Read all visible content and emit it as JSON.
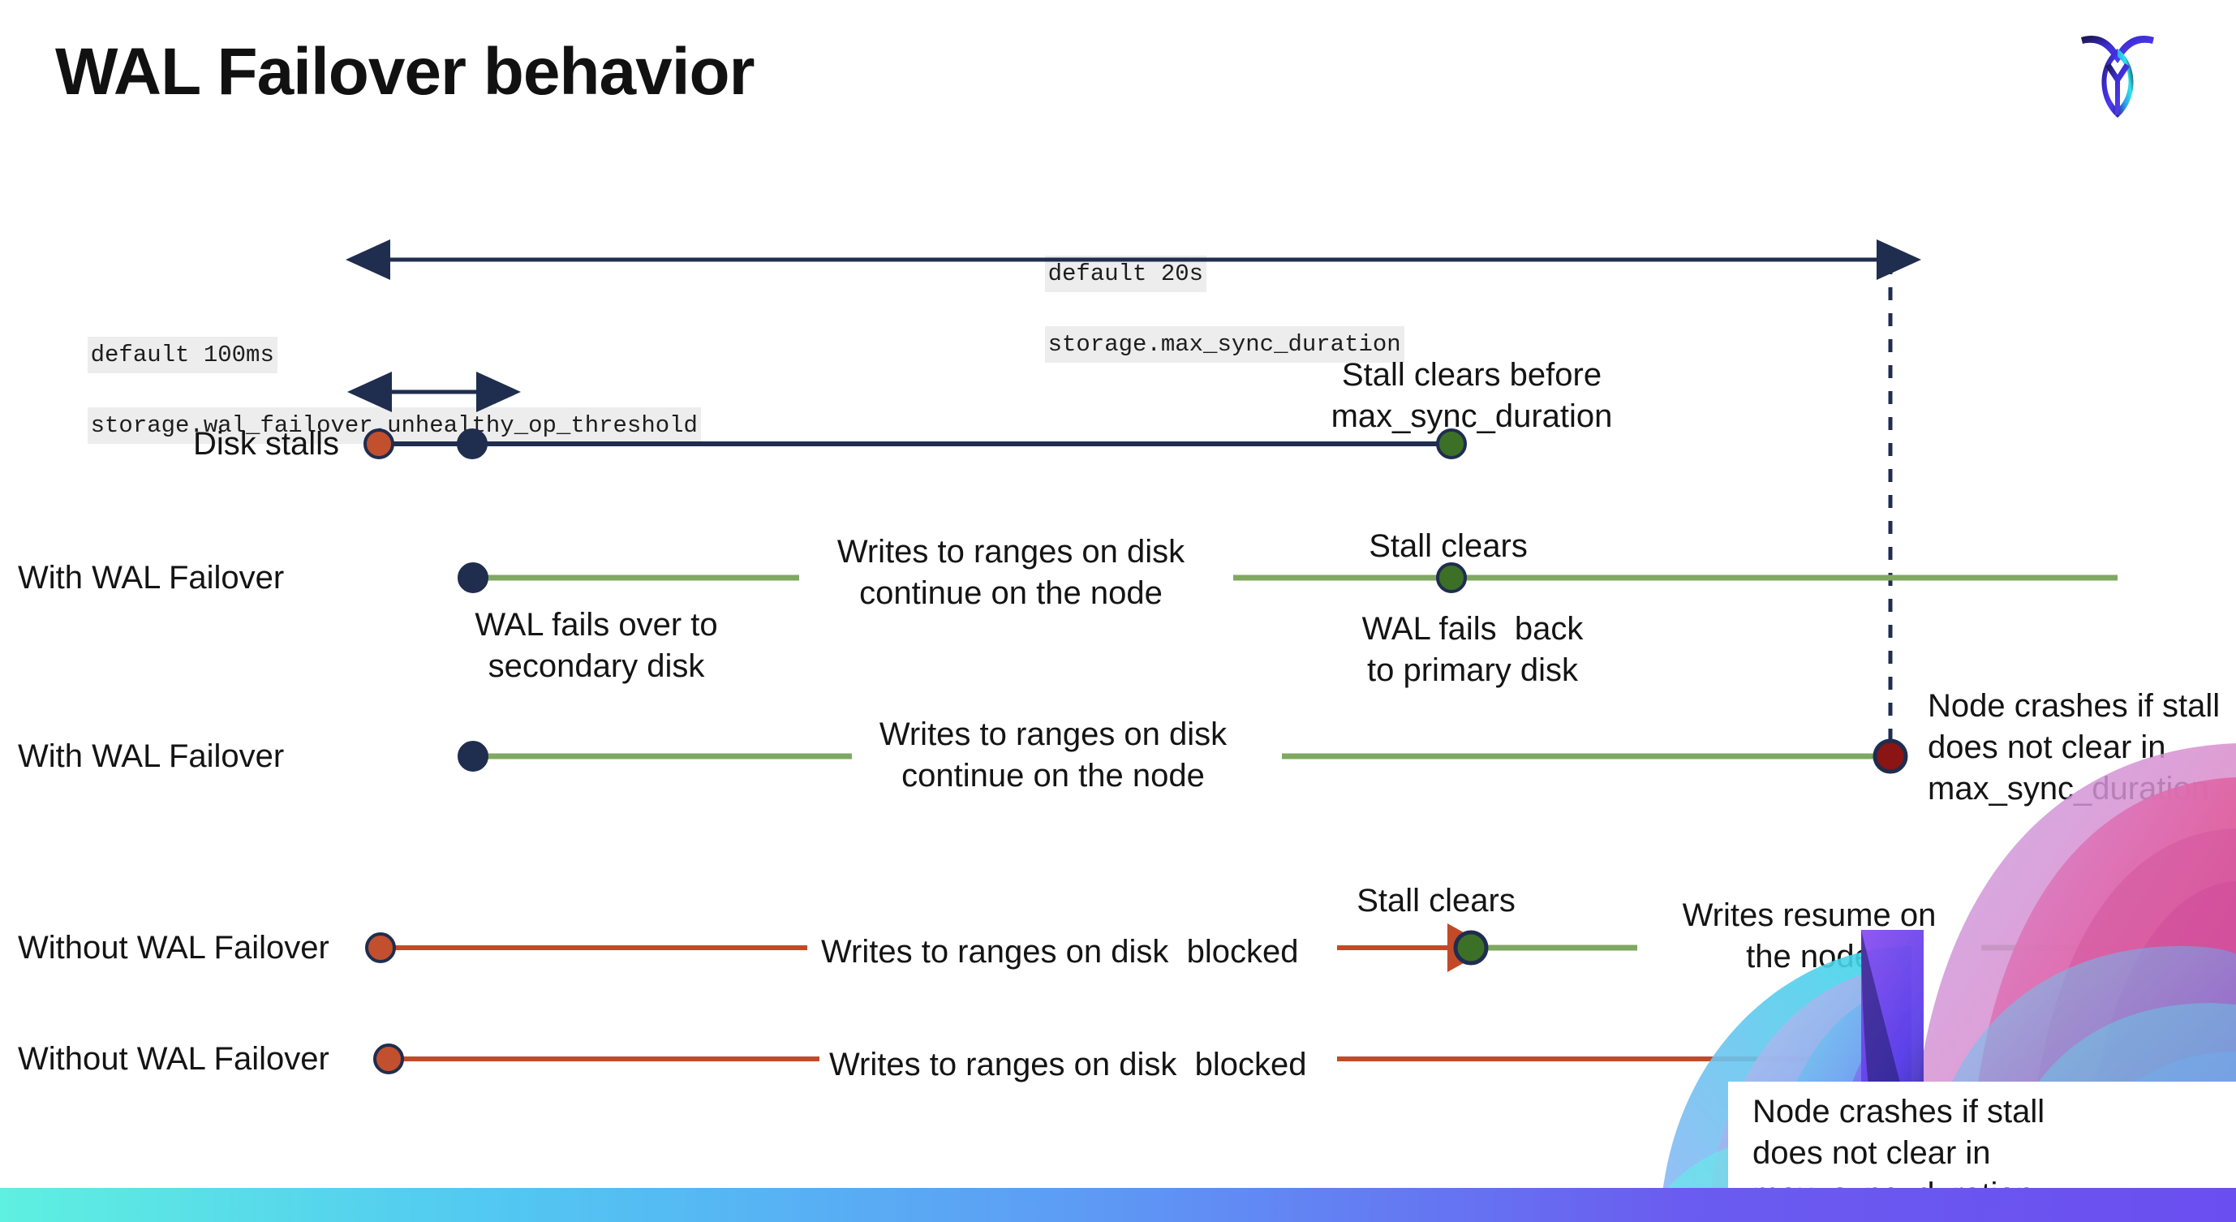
{
  "slide": {
    "title": "WAL Failover behavior",
    "logo_icon": "cockroachdb-logo-icon",
    "background": "#ffffff"
  },
  "colors": {
    "navy": "#1f2d4f",
    "green_line": "#7fa860",
    "green_dot": "#3d7027",
    "orange_dot": "#c24f2d",
    "orange_line": "#c24a28",
    "dark_red_dot": "#8b1414",
    "code_bg": "#ededed",
    "bar_gradient_start": "#5ef0e0",
    "bar_gradient_end": "#6b4ef0"
  },
  "settings": [
    {
      "id": "max-sync-duration",
      "default_label": "default 20s",
      "name": "storage.max_sync_duration"
    },
    {
      "id": "unhealthy-op-threshold",
      "default_label": "default 100ms",
      "name": "storage.wal_failover.unhealthy_op_threshold"
    }
  ],
  "rows": [
    {
      "id": "disk-stalls",
      "label": "Disk stalls",
      "annotation": "Stall clears before\nmax_sync_duration"
    },
    {
      "id": "with-wal-failover-1",
      "label": "With WAL Failover",
      "start_note": "WAL fails over to\nsecondary disk",
      "middle_note": "Writes to ranges on disk\ncontinue on the node",
      "clear_note": "Stall clears",
      "end_note": "WAL fails  back\nto primary disk"
    },
    {
      "id": "with-wal-failover-2",
      "label": "With WAL Failover",
      "middle_note": "Writes to ranges on disk\ncontinue on the node",
      "crash_note": "Node crashes if stall\ndoes not clear in\nmax_sync_duration"
    },
    {
      "id": "without-wal-failover-1",
      "label": "Without WAL Failover",
      "middle_note": "Writes to ranges on disk  blocked",
      "clear_note": "Stall clears",
      "resume_note": "Writes resume on\nthe node"
    },
    {
      "id": "without-wal-failover-2",
      "label": "Without WAL Failover",
      "middle_note": "Writes to ranges on disk  blocked",
      "crash_note": "Node crashes if stall\ndoes not clear in\nmax_sync_duration"
    }
  ]
}
